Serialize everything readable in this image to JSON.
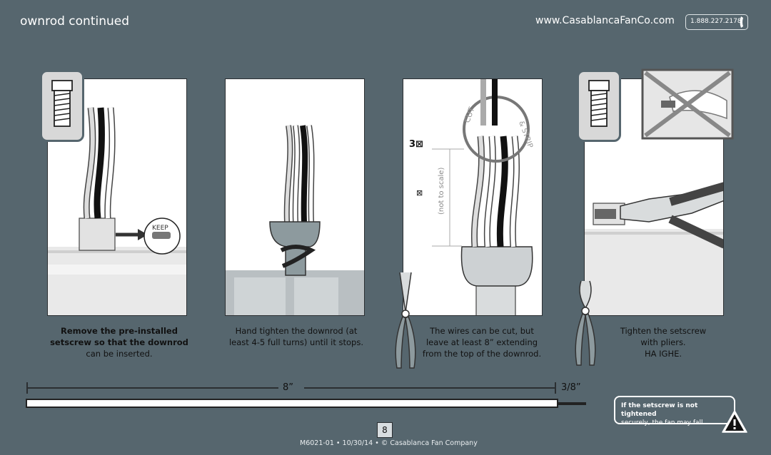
{
  "header": {
    "title": "ownrod continued",
    "website": "www.CasablancaFanCo.com",
    "phone": "1.888.227.2178"
  },
  "panel1": {
    "keep_label": "KEEP",
    "caption_bold": "Remove the pre-installed setscrew so that the downrod",
    "caption_rest": "can be inserted."
  },
  "panel2": {
    "caption_line1": "Hand tighten the downrod (at",
    "caption_line2": "least 4-5 full turns) until it stops."
  },
  "panel3": {
    "measure_label": "3⊠",
    "box_glyph": "⊠",
    "scale_note": "(not to scale)",
    "cut_label": "CUT",
    "strip_label": "& STRIP",
    "caption_line1": "The wires can be cut, but",
    "caption_line2": "leave at least 8” extending",
    "caption_line3": "from the top of the downrod."
  },
  "panel4": {
    "caption_line1": "Tighten the setscrew",
    "caption_line2": "with pliers.",
    "caption_line3": "HA IGHE."
  },
  "ruler": {
    "label_8": "8”",
    "label_38": "3/8”"
  },
  "warning": {
    "bold": "If the setscrew is not tightened",
    "rest": "securely, the fan may fall."
  },
  "page_number": "8",
  "footer": "M6021-01 • 10/30/14 • © Casablanca Fan Company"
}
